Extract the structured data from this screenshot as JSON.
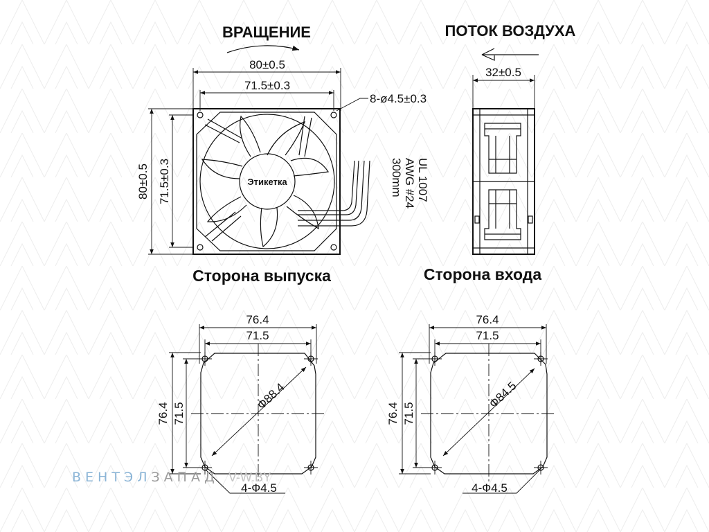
{
  "top_left": {
    "title": "ВРАЩЕНИЕ",
    "dim_outer_w": "80±0.5",
    "dim_inner_w": "71.5±0.3",
    "dim_hole": "8-ø4.5±0.3",
    "dim_outer_h": "80±0.5",
    "dim_inner_h": "71.5±0.3",
    "label": "Этикетка",
    "wire_lines": [
      "UL 1007",
      "AWG #24",
      "300mm"
    ],
    "caption": "Сторона выпуска"
  },
  "top_right": {
    "title": "ПОТОК ВОЗДУХА",
    "dim_depth": "32±0.5",
    "caption": "Сторона входа"
  },
  "bottom_left": {
    "dim_outer_w": "76.4",
    "dim_inner_w": "71.5",
    "dim_outer_h": "76.4",
    "dim_inner_h": "71.5",
    "diameter": "Ф88.4",
    "holes": "4-Ф4.5"
  },
  "bottom_right": {
    "dim_outer_w": "76.4",
    "dim_inner_w": "71.5",
    "dim_outer_h": "76.4",
    "dim_inner_h": "71.5",
    "diameter": "Ф84.5",
    "holes": "4-Ф4.5"
  },
  "watermark": {
    "part1": "ВЕНТЭЛ",
    "part2": "ЗАПАД",
    "site": "V-W.BY"
  },
  "colors": {
    "line": "#111111",
    "brand_blue": "#8ab4d6",
    "brand_gray": "#9a9a9a"
  }
}
